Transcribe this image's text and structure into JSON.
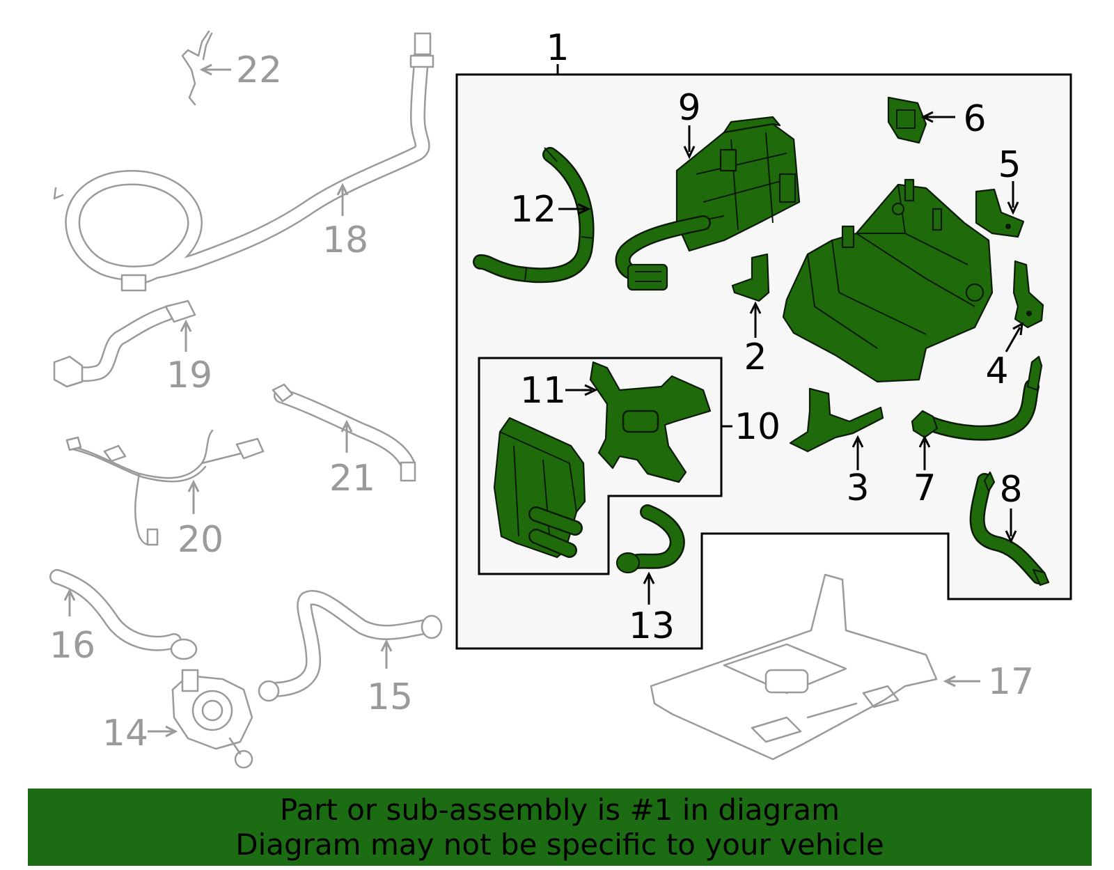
{
  "colors": {
    "highlight_part": "#1f6b0c",
    "banner": "#1b6c12",
    "callout_gray": "#9a9a9a",
    "box_fill": "#f7f7f7"
  },
  "callouts": {
    "c1": "1",
    "c2": "2",
    "c3": "3",
    "c4": "4",
    "c5": "5",
    "c6": "6",
    "c7": "7",
    "c8": "8",
    "c9": "9",
    "c10": "10",
    "c11": "11",
    "c12": "12",
    "c13": "13",
    "c14": "14",
    "c15": "15",
    "c16": "16",
    "c17": "17",
    "c18": "18",
    "c19": "19",
    "c20": "20",
    "c21": "21",
    "c22": "22"
  },
  "banner": {
    "line1": "Part or sub-assembly is #1 in diagram",
    "line2": "Diagram may not be specific to your vehicle"
  }
}
